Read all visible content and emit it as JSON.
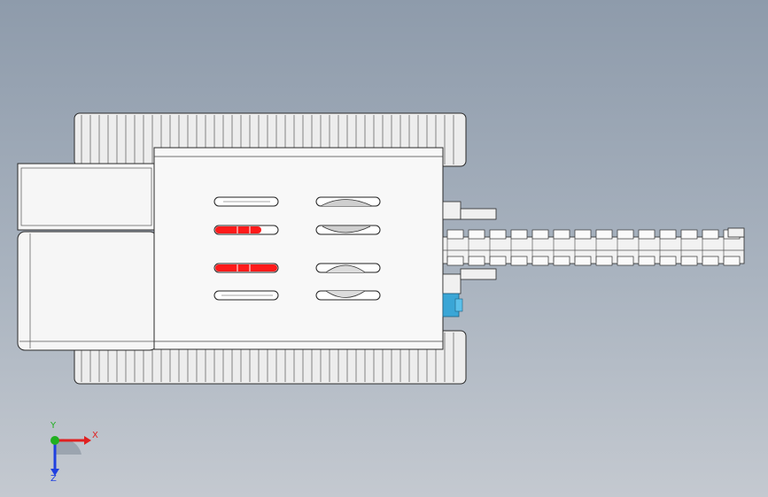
{
  "view": {
    "background_top": "#8e9bab",
    "background_bottom": "#c4c9d0"
  },
  "model": {
    "body_color": "#f6f6f6",
    "outline_color": "#2a2a2a",
    "accent_red": "#ff1a1a",
    "motor_color": "#3aa6d6",
    "track_color": "#ededed"
  },
  "triad": {
    "x_label": "X",
    "y_label": "Y",
    "z_label": "Z",
    "x_color": "#e02020",
    "y_color": "#20b020",
    "z_color": "#2040e0"
  }
}
